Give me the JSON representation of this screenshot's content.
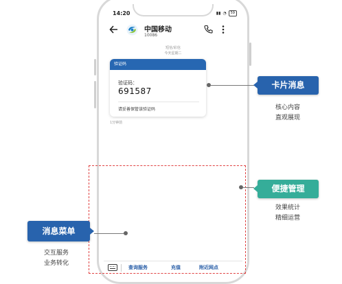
{
  "status": {
    "time": "14:20",
    "battery": "59"
  },
  "header": {
    "title": "中国移动",
    "number": "10086"
  },
  "message_meta": {
    "line1": "短信/彩信",
    "line2": "今天星期二"
  },
  "card": {
    "header": "验证码",
    "label": "验证码：",
    "code": "691587",
    "hint": "请妥善保管该验证码",
    "read_status": "1分钟前"
  },
  "menu": {
    "items": [
      "查询服务",
      "充值",
      "附近网点"
    ]
  },
  "callouts": {
    "card": {
      "title": "卡片消息",
      "desc": [
        "核心内容",
        "直观展现"
      ]
    },
    "manage": {
      "title": "便捷管理",
      "desc": [
        "效果统计",
        "精细运营"
      ]
    },
    "menu": {
      "title": "消息菜单",
      "desc": [
        "交互服务",
        "业务转化"
      ]
    }
  },
  "colors": {
    "brand_blue": "#2863ad",
    "teal": "#35ad99",
    "dash_red": "#e04040"
  }
}
